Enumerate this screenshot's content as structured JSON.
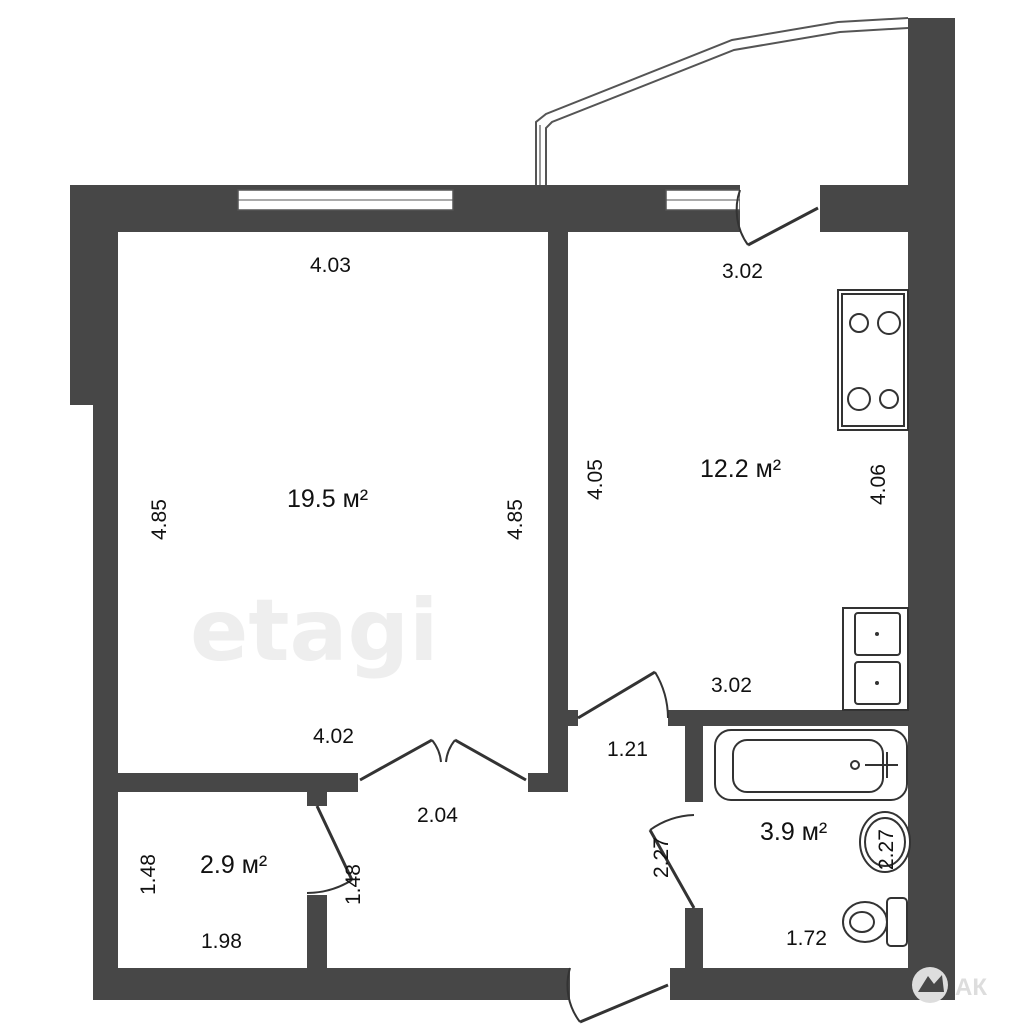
{
  "plan": {
    "watermark": "etagi",
    "corner_logo": "АК",
    "rooms": [
      {
        "name": "living-room",
        "area": "19.5 м²",
        "dims": [
          "4.03",
          "4.85",
          "4.85",
          "4.02"
        ]
      },
      {
        "name": "kitchen",
        "area": "12.2 м²",
        "dims": [
          "3.02",
          "4.05",
          "4.06",
          "3.02"
        ]
      },
      {
        "name": "closet",
        "area": "2.9 м²",
        "dims": [
          "1.48",
          "1.48",
          "1.98"
        ]
      },
      {
        "name": "hallway",
        "dims": [
          "2.04",
          "1.21",
          "2.27"
        ]
      },
      {
        "name": "bathroom",
        "area": "3.9 м²",
        "dims": [
          "2.27",
          "1.72"
        ]
      }
    ]
  }
}
